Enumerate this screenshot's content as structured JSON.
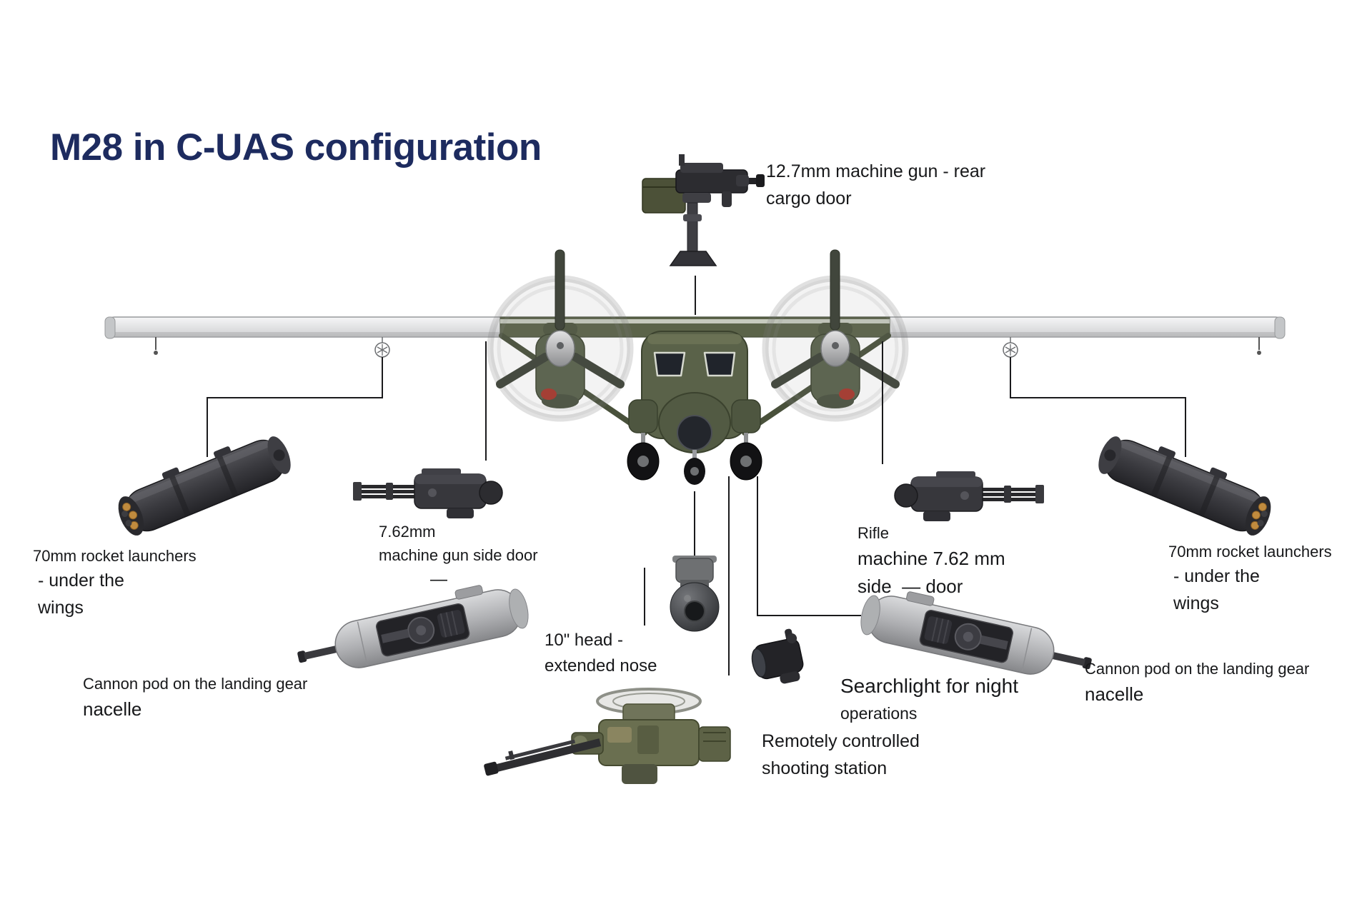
{
  "title": "M28 in C-UAS configuration",
  "callouts": {
    "gun_127": {
      "line1": "12.7mm machine gun - rear",
      "line2": "cargo door"
    },
    "rockets_left": {
      "line1": "70mm rocket launchers",
      "line2": "- under the",
      "line3": "wings"
    },
    "mg_left": {
      "line1": "7.62mm",
      "line2": "machine gun side door",
      "line3": "—"
    },
    "cannon_left": {
      "line1": "Cannon pod on the landing gear",
      "line2": "nacelle"
    },
    "nose_head": {
      "line1": "10\" head -",
      "line2": "extended nose"
    },
    "searchlight": {
      "line1": "Searchlight for night",
      "line2": "operations"
    },
    "rws": {
      "line1": "Remotely controlled",
      "line2": "shooting station"
    },
    "mg_right": {
      "line1": "Rifle",
      "line2": "machine 7.62 mm",
      "line3": "side  — door"
    },
    "rockets_right": {
      "line1": "70mm rocket launchers",
      "line2": "- under the",
      "line3": "wings"
    },
    "cannon_right": {
      "line1": "Cannon pod on the landing gear",
      "line2": "nacelle"
    }
  },
  "illustrations": {
    "aircraft": "M28 twin-turboprop front view",
    "gun_127": "12.7mm machine gun on pintle mount",
    "rocket_pod_left": "70mm rocket launcher pod",
    "rocket_pod_right": "70mm rocket launcher pod",
    "minigun_left": "7.62mm machine gun",
    "minigun_right": "7.62mm machine gun",
    "cannon_pod_left": "Cannon pod",
    "cannon_pod_right": "Cannon pod",
    "sensor_ball": "10-inch sensor head",
    "searchlight": "Searchlight",
    "rws": "Remotely controlled shooting station"
  },
  "colors": {
    "background": "#ffffff",
    "title": "#1d2b5f",
    "label_text": "#17181a",
    "airframe_olive": "#5a6249",
    "wing_gray": "#e2e3e4",
    "leader_line": "#1a1a1c"
  }
}
